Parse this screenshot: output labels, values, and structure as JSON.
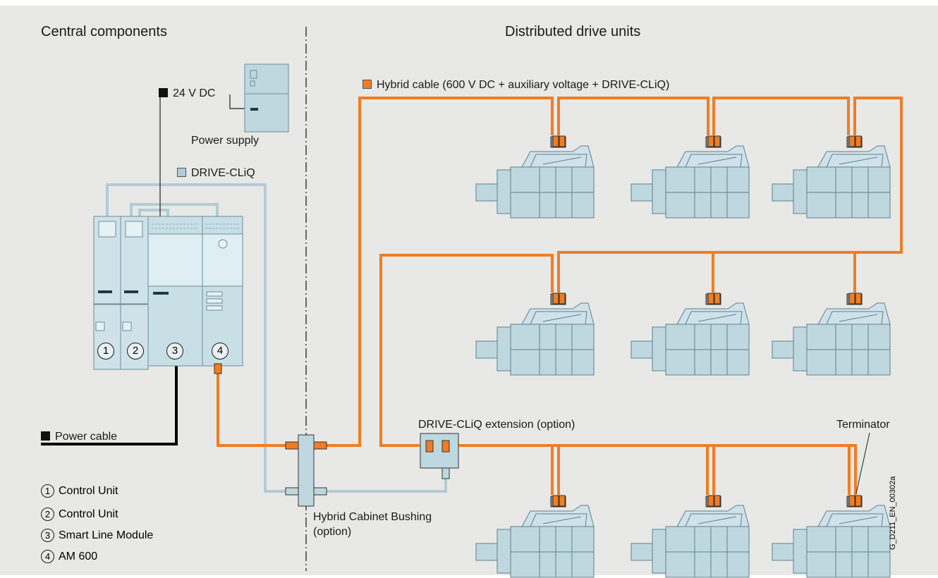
{
  "headers": {
    "central": "Central components",
    "distributed": "Distributed drive units"
  },
  "cables": {
    "dc24": "24 V DC",
    "drive_cliq": "DRIVE-CLiQ",
    "hybrid": "Hybrid cable (600 V DC + auxiliary voltage + DRIVE-CLiQ)",
    "power": "Power cable"
  },
  "labels": {
    "power_supply": "Power supply",
    "extension": "DRIVE-CLiQ extension (option)",
    "terminator": "Terminator",
    "bushing_line1": "Hybrid Cabinet Bushing",
    "bushing_line2": "(option)"
  },
  "modules": [
    "1",
    "2",
    "3",
    "4"
  ],
  "legend": [
    {
      "num": "1",
      "text": "Control Unit"
    },
    {
      "num": "2",
      "text": "Control Unit"
    },
    {
      "num": "3",
      "text": "Smart Line Module"
    },
    {
      "num": "4",
      "text": "AM 600"
    }
  ],
  "doc_id": "G_D211_EN_00302a",
  "colors": {
    "hybrid_cable": "#f07d23",
    "drive_cliq_cable": "#b3cbd6",
    "power_cable": "#000000",
    "equipment": "#bfd8e0",
    "background": "#e8e8e6"
  }
}
